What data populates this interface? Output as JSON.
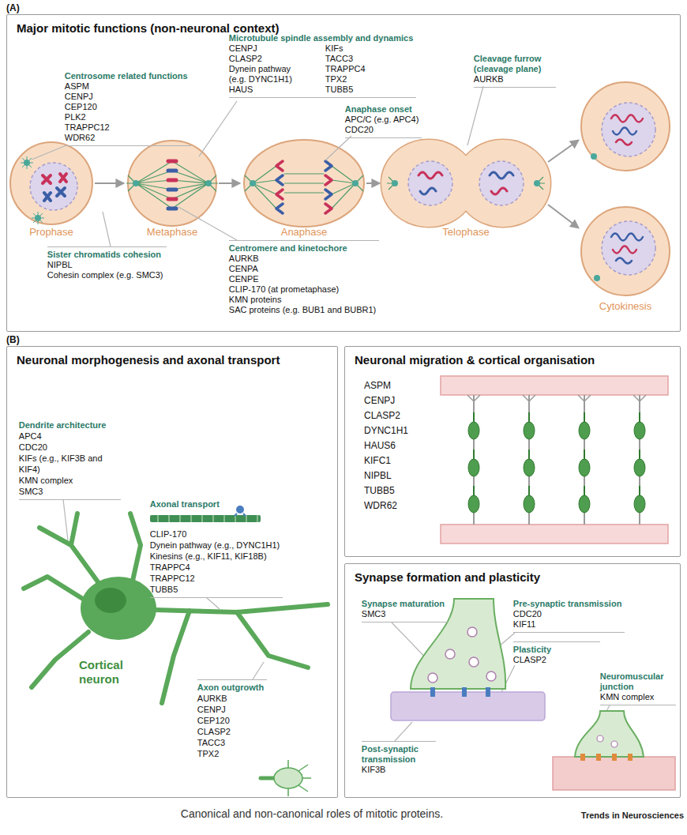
{
  "diagram": {
    "caption": "Canonical and non-canonical roles of mitotic proteins.",
    "nodes": [
      {
        "text": [
          "Major mitotic functions (non-neuronal context)"
        ]
      },
      {
        "text": [
          "Centrosome related functions",
          "ASPM",
          "CENPJ",
          "CEP120",
          "PLK2",
          "TRAPPC12",
          "WDR62"
        ],
        "in": 0
      },
      {
        "text": [
          "Microtubule spindle assembly and dynamics",
          "CENPJ",
          "CLASP2",
          "Dynein pathway (e.g. DYNC1H1)",
          "HAUS",
          "KIFs",
          "TACC3",
          "TRAPPC4",
          "TPX2",
          "TUBB5"
        ],
        "in": 0
      },
      {
        "text": [
          "Anaphase onset",
          "APC/C (e.g. APC4)",
          "CDC20"
        ],
        "in": 0
      },
      {
        "text": [
          "Cleavage furrow (cleavage plane)",
          "AURKB"
        ],
        "in": 0
      },
      {
        "text": [
          "Sister chromatids cohesion",
          "NIPBL",
          "Cohesin complex (e.g. SMC3)"
        ],
        "in": 0
      },
      {
        "text": [
          "Centromere and kinetochore",
          "AURKB",
          "CENPA",
          "CENPE",
          "CLIP-170 (at prometaphase)",
          "KMN proteins",
          "SAC proteins (e.g. BUB1 and BUBR1)"
        ],
        "in": 0
      },
      {
        "text": [
          "Neuronal morphogenesis and axonal transport"
        ]
      },
      {
        "text": [
          "Dendrite architecture",
          "APC4",
          "CDC20",
          "KIFs (e.g., KIF3B and KIF4)",
          "KMN complex",
          "SMC3"
        ],
        "in": 7
      },
      {
        "text": [
          "Axonal transport",
          "CLIP-170",
          "Dynein pathway (e.g., DYNC1H1)",
          "Kinesins (e.g., KIF11, KIF18B)",
          "TRAPPC4",
          "TRAPPC12",
          "TUBB5"
        ],
        "in": 7
      },
      {
        "text": [
          "Axon outgrowth",
          "AURKB",
          "CENPJ",
          "CEP120",
          "CLASP2",
          "TACC3",
          "TPX2"
        ],
        "in": 7
      },
      {
        "text": [
          "Neuronal migration & cortical organisation",
          "ASPM",
          "CENPJ",
          "CLASP2",
          "DYNC1H1",
          "HAUS6",
          "KIFC1",
          "NIPBL",
          "TUBB5",
          "WDR62"
        ]
      },
      {
        "text": [
          "Synapse formation and plasticity"
        ]
      },
      {
        "text": [
          "Synapse maturation",
          "SMC3"
        ],
        "in": 12
      },
      {
        "text": [
          "Pre-synaptic transmission",
          "CDC20",
          "KIF11"
        ],
        "in": 12
      },
      {
        "text": [
          "Plasticity",
          "CLASP2"
        ],
        "in": 12
      },
      {
        "text": [
          "Neuromuscular junction",
          "KMN complex"
        ],
        "in": 12
      },
      {
        "text": [
          "Post-synaptic transmission",
          "KIF3B"
        ],
        "in": 12
      }
    ],
    "labels": [
      "(A)",
      "Prophase",
      "Metaphase",
      "Anaphase",
      "Telophase",
      "Cytokinesis",
      "(B)",
      "Cortical neuron",
      "Trends in Neurosciences"
    ]
  }
}
